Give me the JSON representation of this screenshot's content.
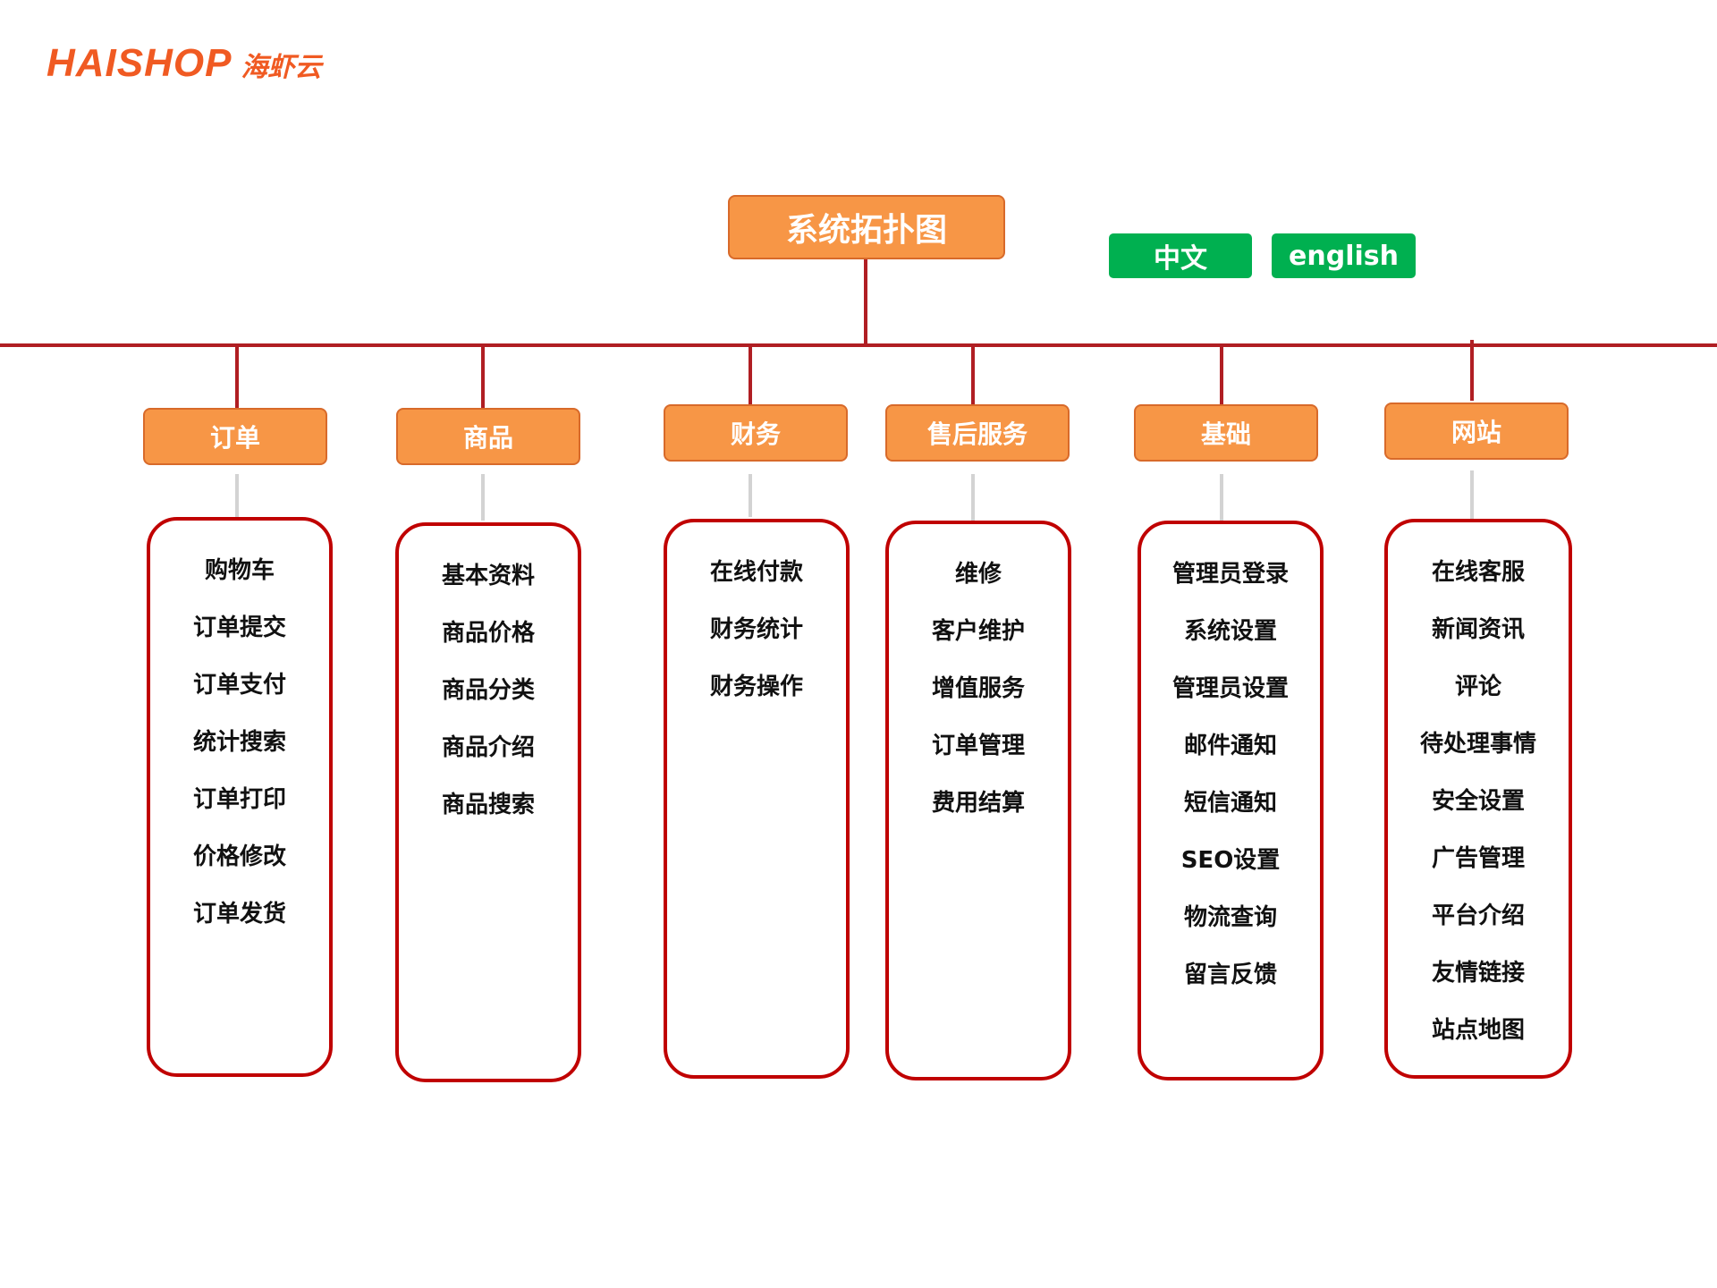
{
  "logo": {
    "brand_en": "HAISHOP",
    "brand_cn": "海虾云"
  },
  "diagram": {
    "root": "系统拓扑图",
    "languages": [
      "中文",
      "english"
    ],
    "columns": [
      {
        "title": "订单",
        "items": [
          "购物车",
          "订单提交",
          "订单支付",
          "统计搜索",
          "订单打印",
          "价格修改",
          "订单发货"
        ]
      },
      {
        "title": "商品",
        "items": [
          "基本资料",
          "商品价格",
          "商品分类",
          "商品介绍",
          "商品搜索"
        ]
      },
      {
        "title": "财务",
        "items": [
          "在线付款",
          "财务统计",
          "财务操作"
        ]
      },
      {
        "title": "售后服务",
        "items": [
          "维修",
          "客户维护",
          "增值服务",
          "订单管理",
          "费用结算"
        ]
      },
      {
        "title": "基础",
        "items": [
          "管理员登录",
          "系统设置",
          "管理员设置",
          "邮件通知",
          "短信通知",
          "SEO设置",
          "物流查询",
          "留言反馈"
        ]
      },
      {
        "title": "网站",
        "items": [
          "在线客服",
          "新闻资讯",
          "评论",
          "待处理事情",
          "安全设置",
          "广告管理",
          "平台介绍",
          "友情链接",
          "站点地图"
        ]
      }
    ],
    "colors": {
      "header_fill": "#f79646",
      "connector": "#b01e23",
      "panel_border": "#c00000",
      "language_button": "#00b050",
      "logo": "#f05a22"
    }
  }
}
